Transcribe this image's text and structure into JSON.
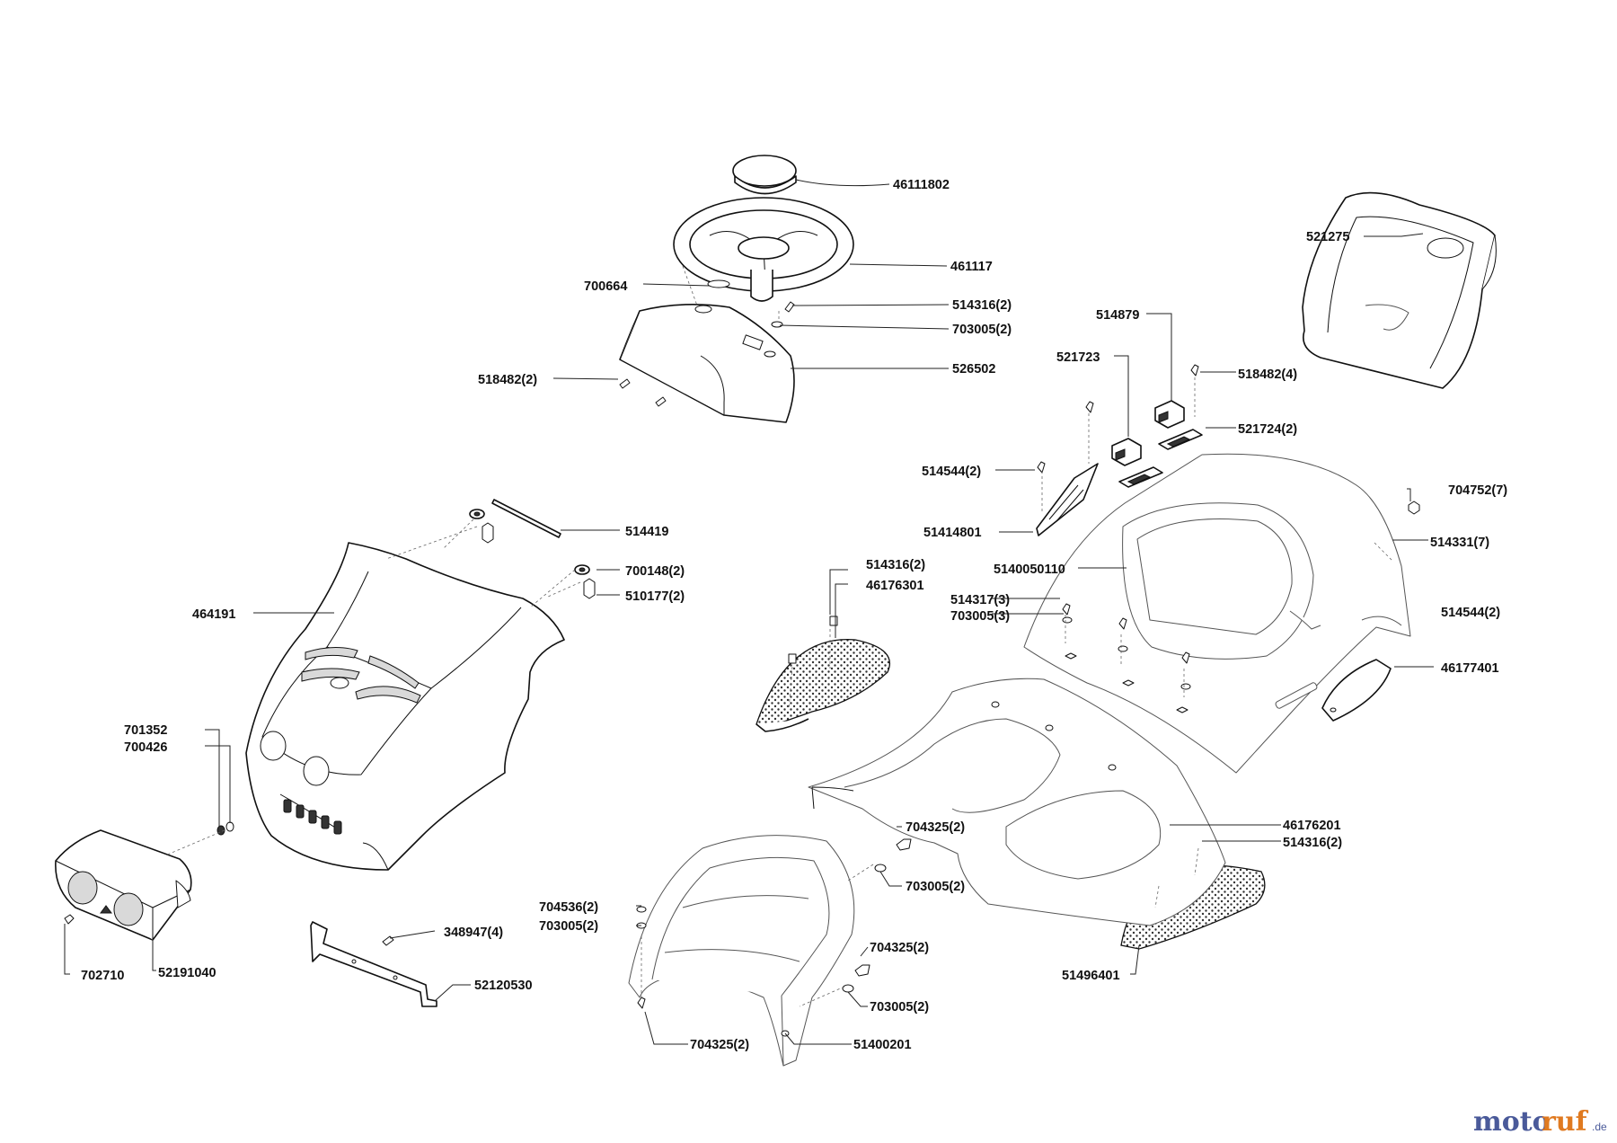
{
  "parts": [
    {
      "id": "46111802",
      "label": "46111802"
    },
    {
      "id": "461117",
      "label": "461117"
    },
    {
      "id": "700664",
      "label": "700664"
    },
    {
      "id": "514316-2-a",
      "label": "514316(2)"
    },
    {
      "id": "703005-2-a",
      "label": "703005(2)"
    },
    {
      "id": "526502",
      "label": "526502"
    },
    {
      "id": "518482-2",
      "label": "518482(2)"
    },
    {
      "id": "521275",
      "label": "521275"
    },
    {
      "id": "514879",
      "label": "514879"
    },
    {
      "id": "521723",
      "label": "521723"
    },
    {
      "id": "518482-4",
      "label": "518482(4)"
    },
    {
      "id": "521724-2",
      "label": "521724(2)"
    },
    {
      "id": "514544-2-a",
      "label": "514544(2)"
    },
    {
      "id": "704752-7",
      "label": "704752(7)"
    },
    {
      "id": "51414801",
      "label": "51414801"
    },
    {
      "id": "514331-7",
      "label": "514331(7)"
    },
    {
      "id": "514419",
      "label": "514419"
    },
    {
      "id": "700148-2",
      "label": "700148(2)"
    },
    {
      "id": "510177-2",
      "label": "510177(2)"
    },
    {
      "id": "514316-2-b",
      "label": "514316(2)"
    },
    {
      "id": "5140050110",
      "label": "5140050110"
    },
    {
      "id": "46176301",
      "label": "46176301"
    },
    {
      "id": "464191",
      "label": "464191"
    },
    {
      "id": "514317-3",
      "label": "514317(3)"
    },
    {
      "id": "703005-3",
      "label": "703005(3)"
    },
    {
      "id": "514544-2-b",
      "label": "514544(2)"
    },
    {
      "id": "46177401",
      "label": "46177401"
    },
    {
      "id": "701352",
      "label": "701352"
    },
    {
      "id": "700426",
      "label": "700426"
    },
    {
      "id": "704325-2-a",
      "label": "704325(2)"
    },
    {
      "id": "46176201",
      "label": "46176201"
    },
    {
      "id": "514316-2-c",
      "label": "514316(2)"
    },
    {
      "id": "703005-2-b",
      "label": "703005(2)"
    },
    {
      "id": "704536-2",
      "label": "704536(2)"
    },
    {
      "id": "703005-2-c",
      "label": "703005(2)"
    },
    {
      "id": "348947-4",
      "label": "348947(4)"
    },
    {
      "id": "704325-2-b",
      "label": "704325(2)"
    },
    {
      "id": "702710",
      "label": "702710"
    },
    {
      "id": "52191040",
      "label": "52191040"
    },
    {
      "id": "703005-2-d",
      "label": "703005(2)"
    },
    {
      "id": "52120530",
      "label": "52120530"
    },
    {
      "id": "51496401",
      "label": "51496401"
    },
    {
      "id": "704325-2-c",
      "label": "704325(2)"
    },
    {
      "id": "51400201",
      "label": "51400201"
    }
  ],
  "watermark": {
    "part1": "moto",
    "part2": "ruf",
    "suffix": ".de"
  }
}
